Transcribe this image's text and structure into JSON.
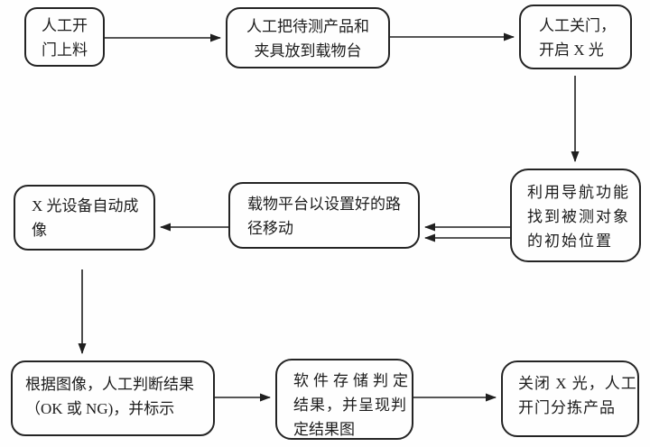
{
  "diagram": {
    "type": "flowchart",
    "colors": {
      "background": "#fefefe",
      "line": "#1f1f1f",
      "text": "#1c1c1c",
      "node_fill": "#fefefe"
    },
    "nodes": {
      "manual_load": {
        "lines": [
          "人工开",
          "门上料"
        ]
      },
      "place_product": {
        "lines": [
          "人工把待测产品和",
          "夹具放到载物台"
        ]
      },
      "close_door_xray_on": {
        "lines": [
          "人工关门，",
          "开启 X 光"
        ]
      },
      "xray_imaging": {
        "lines": [
          "X 光设备自动成",
          "像"
        ]
      },
      "stage_move": {
        "lines": [
          "载物平台以设置好的路",
          "径移动"
        ]
      },
      "navigate_position": {
        "lines": [
          "利用导航功能",
          "找到被测对象",
          "的初始位置"
        ]
      },
      "judge_result": {
        "lines": [
          "根据图像，人工判断结果",
          "（OK 或 NG)，并标示"
        ]
      },
      "store_result": {
        "lines": [
          "软件存储判定",
          "结果，并呈现判",
          "定结果图"
        ]
      },
      "xray_off_sort": {
        "lines": [
          "关闭 X 光，人工",
          "开门分拣产品"
        ]
      }
    },
    "edges": [
      {
        "from": "manual_load",
        "to": "place_product",
        "style": "single"
      },
      {
        "from": "place_product",
        "to": "close_door_xray_on",
        "style": "single"
      },
      {
        "from": "close_door_xray_on",
        "to": "navigate_position",
        "style": "single"
      },
      {
        "from": "navigate_position",
        "to": "stage_move",
        "style": "double"
      },
      {
        "from": "stage_move",
        "to": "xray_imaging",
        "style": "single"
      },
      {
        "from": "xray_imaging",
        "to": "judge_result",
        "style": "single"
      },
      {
        "from": "judge_result",
        "to": "store_result",
        "style": "single"
      },
      {
        "from": "store_result",
        "to": "xray_off_sort",
        "style": "single"
      }
    ]
  }
}
